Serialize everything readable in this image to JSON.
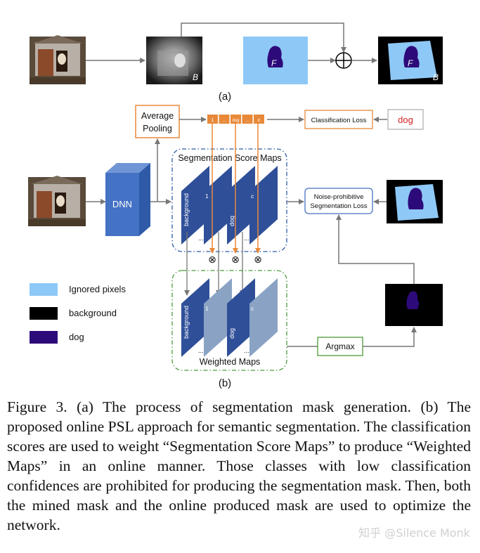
{
  "panel_a": {
    "sublabel": "(a)",
    "gray_map_label": "B",
    "fg_map_label": "F",
    "mask_label_F": "F",
    "mask_label_B": "B"
  },
  "panel_b": {
    "sublabel": "(b)",
    "pooling_line1": "Average",
    "pooling_line2": "Pooling",
    "score_vector": [
      "1",
      "...",
      "dog",
      "...",
      "c"
    ],
    "classification_loss": "Classification Loss",
    "gt_label": "dog",
    "dnn_label": "DNN",
    "score_maps_title": "Segmentation Score Maps",
    "score_map_labels": [
      "background",
      "1",
      "dog",
      "c"
    ],
    "score_map_dots": "...",
    "weighted_map_labels": [
      "background",
      "1",
      "dog",
      "c"
    ],
    "weighted_map_dots": "...",
    "weighted_maps_title": "Weighted Maps",
    "noise_loss_line1": "Noise-prohibitive",
    "noise_loss_line2": "Segmentation Loss",
    "argmax_label": "Argmax",
    "multiply_symbol": "⊗"
  },
  "legend": [
    {
      "label": "Ignored pixels",
      "color": "#8ec8f6"
    },
    {
      "label": "background",
      "color": "#000000"
    },
    {
      "label": "dog",
      "color": "#2d0a7a"
    }
  ],
  "colors": {
    "orange": "#e8893a",
    "blue_box": "#2e5aa8",
    "green_box": "#4b9a3a",
    "red_text": "#d62020",
    "map_dark": "#2f4f99",
    "map_light": "#8aa3c4",
    "dnn": "#4472c4"
  },
  "caption": "Figure 3. (a) The process of segmentation mask generation. (b) The proposed online PSL approach for semantic segmentation. The classification scores are used to weight “Segmentation Score Maps” to produce “Weighted Maps” in an online manner. Those classes with low classification confidences are prohibited for producing the segmentation mask. Then, both the mined mask and the online produced mask are used to optimize the network.",
  "watermark": "知乎 @Silence Monk"
}
